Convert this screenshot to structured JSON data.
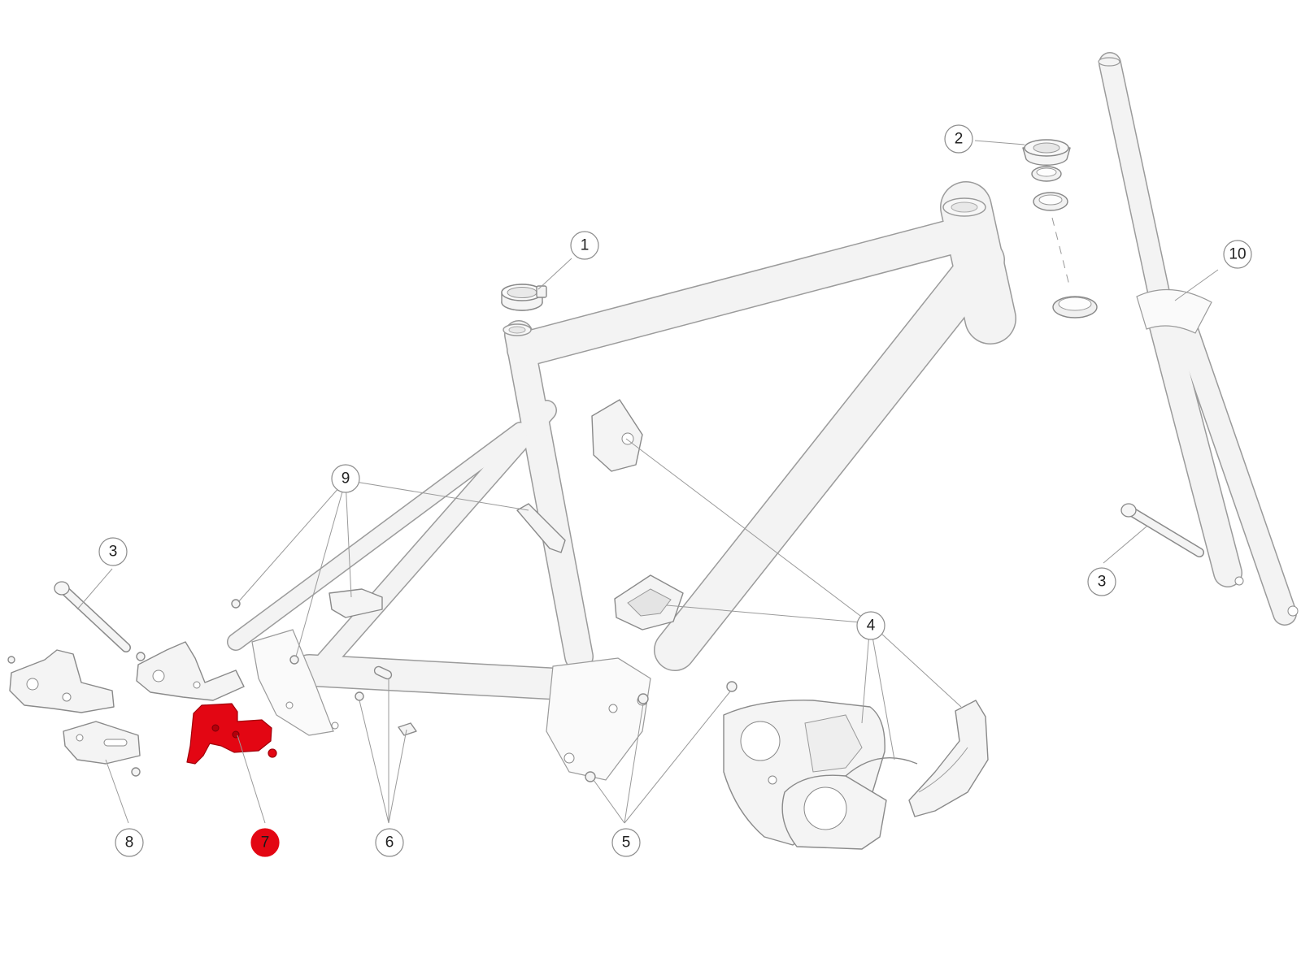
{
  "diagram": {
    "highlight_color": "#e30613",
    "highlighted_part": "7",
    "callouts": [
      {
        "id": "c1",
        "label": "1"
      },
      {
        "id": "c2",
        "label": "2"
      },
      {
        "id": "c3a",
        "label": "3"
      },
      {
        "id": "c3b",
        "label": "3"
      },
      {
        "id": "c4",
        "label": "4"
      },
      {
        "id": "c5",
        "label": "5"
      },
      {
        "id": "c6",
        "label": "6"
      },
      {
        "id": "c7",
        "label": "7"
      },
      {
        "id": "c8",
        "label": "8"
      },
      {
        "id": "c9",
        "label": "9"
      },
      {
        "id": "c10",
        "label": "10"
      }
    ]
  }
}
